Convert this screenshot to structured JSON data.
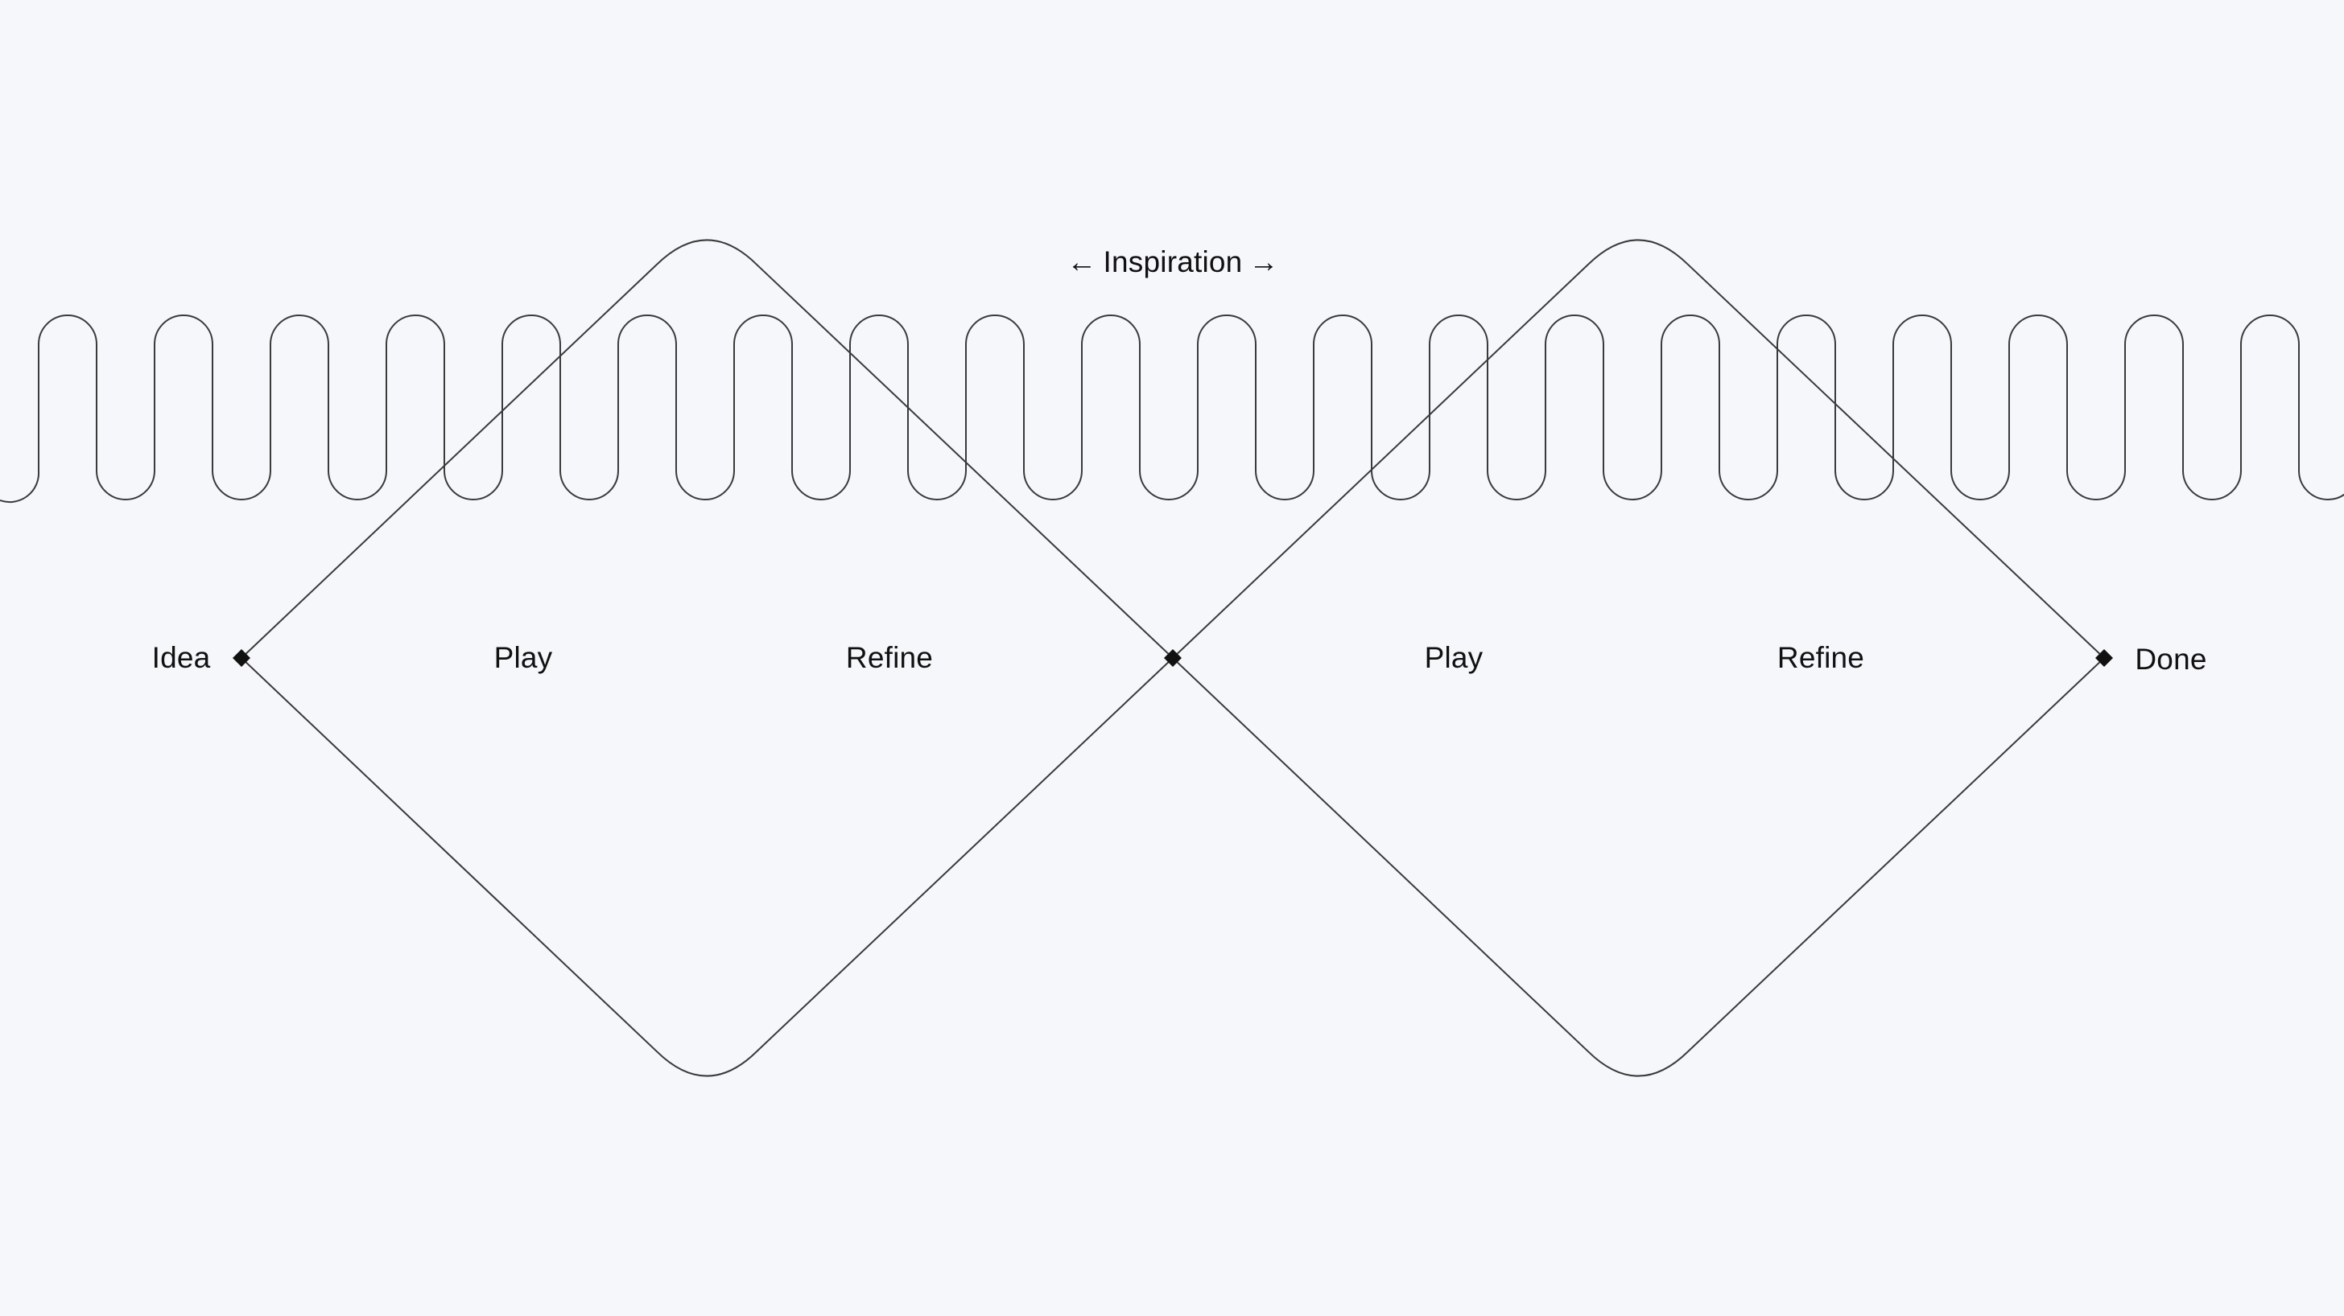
{
  "diagram": {
    "top_label": {
      "left_arrow": "←",
      "text": "Inspiration",
      "right_arrow": "→"
    },
    "nodes": {
      "start": "Idea",
      "end": "Done"
    },
    "phases": [
      {
        "label": "Play"
      },
      {
        "label": "Refine"
      },
      {
        "label": "Play"
      },
      {
        "label": "Refine"
      }
    ]
  },
  "colors": {
    "background": "#f5f7fb",
    "stroke": "#3a3a3a",
    "node": "#111111",
    "text": "#111111"
  }
}
